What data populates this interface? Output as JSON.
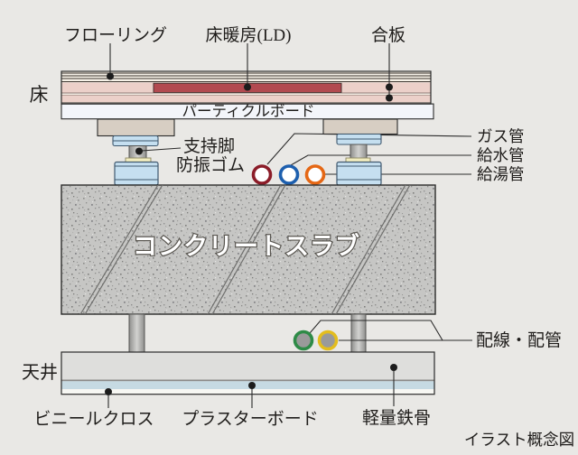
{
  "caption": "イラスト概念図",
  "labels": {
    "flooring": "フローリング",
    "floor_heating": "床暖房(LD)",
    "plywood": "合板",
    "floor": "床",
    "particle_board": "パーティクルボード",
    "support_leg": "支持脚",
    "vibration_rubber": "防振ゴム",
    "gas_pipe": "ガス管",
    "water_supply_pipe": "給水管",
    "hot_water_pipe": "給湯管",
    "concrete_slab": "コンクリートスラブ",
    "wiring_piping": "配線・配管",
    "ceiling": "天井",
    "vinyl_cloth": "ビニールクロス",
    "plaster_board": "プラスターボード",
    "light_steel": "軽量鉄骨"
  },
  "colors": {
    "background": "#e9e8e5",
    "flooring_layer": "#f6f1e7",
    "plywood_pink": "#ecd0c9",
    "heating_red": "#b24a50",
    "particle_board": "#f3f5fa",
    "leg_beige": "#d7cec3",
    "leg_blue": "#c5dff0",
    "rubber_yellow": "#f1ecbe",
    "metal_gray": "#a8a8a6",
    "concrete": "#c6c6c4",
    "ceiling_gray": "#dededc",
    "ceiling_blue": "#c6dae3",
    "ceiling_white": "#f7f7f3",
    "pipe_gas": "#8b1c28",
    "pipe_water": "#1d5fae",
    "pipe_hot": "#e56714",
    "wiring_green": "#2e8b47",
    "wiring_yellow": "#e3bd1e",
    "pipe_fill_gray": "#9a9a9a"
  }
}
